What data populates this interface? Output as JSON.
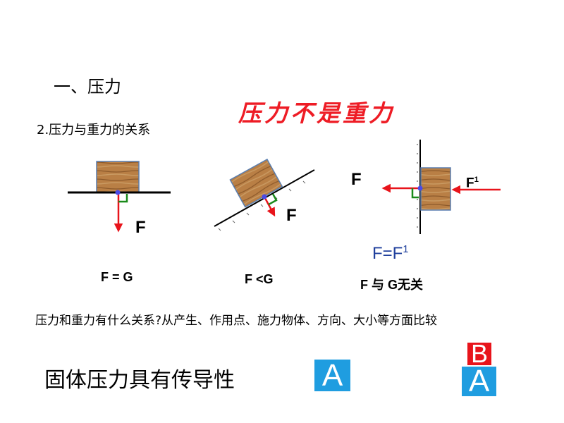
{
  "heading": "一、压力",
  "subheading": "2.压力与重力的关系",
  "emphasis": "压力不是重力",
  "diagrams": {
    "flat": {
      "force_label": "F",
      "relation": "F = G"
    },
    "incline": {
      "force_label": "F",
      "relation": "F <G"
    },
    "wall": {
      "force_label": "F",
      "applied_label": "F",
      "applied_sup": "1",
      "equation_left": "F=F",
      "equation_sup": "1",
      "relation": "F 与 G无关"
    }
  },
  "question": "压力和重力有什么关系?从产生、作用点、施力物体、方向、大小等方面比较",
  "statement": "固体压力具有传导性",
  "tiles": {
    "single": "A",
    "stack_top": "B",
    "stack_bottom": "A"
  },
  "colors": {
    "emphasis": "#ee1c25",
    "arrow": "#e8141b",
    "tile_blue": "#1f9de0",
    "tile_red": "#e8141b",
    "equation": "#1f3f9c"
  }
}
